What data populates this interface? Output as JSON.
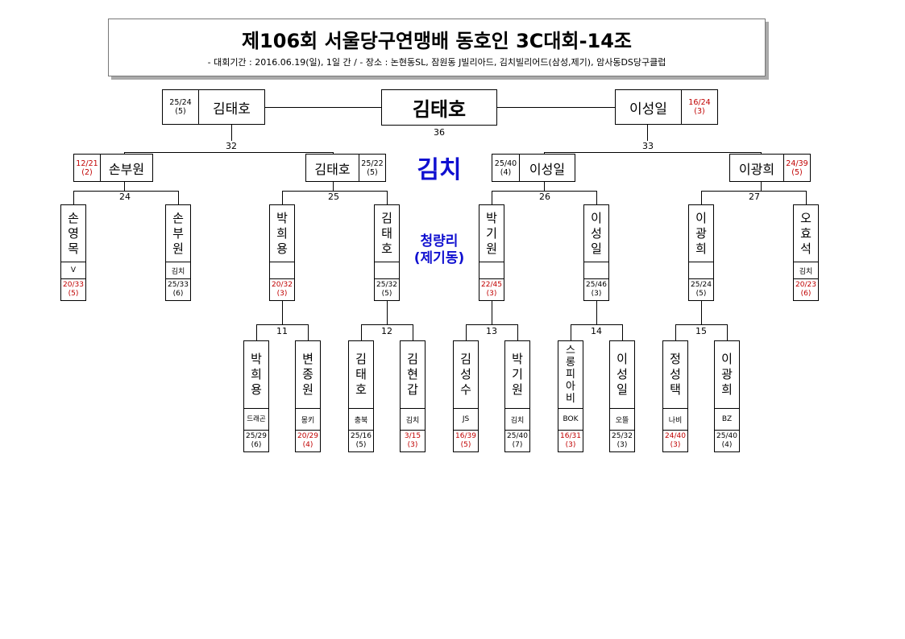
{
  "header": {
    "title": "제106회 서울당구연맹배 동호인 3C대회-14조",
    "subtitle": "- 대회기간 : 2016.06.19(일), 1일 간 / - 장소 : 논현동SL, 잠원동 J빌리아드, 김치빌리어드(삼성,제기), 암사동DS당구클럽"
  },
  "final": {
    "winner": "김태호",
    "left": {
      "name": "김태호",
      "score": "25/24",
      "inn": "(5)"
    },
    "right": {
      "name": "이성일",
      "score": "16/24",
      "inn": "(3)"
    },
    "match_no": "36"
  },
  "semis": [
    {
      "match_no": "32"
    },
    {
      "match_no": "33"
    }
  ],
  "quarters": [
    {
      "name": "손부원",
      "score": "12/21",
      "inn": "(2)"
    },
    {
      "name": "김태호",
      "score": "25/22",
      "inn": "(5)"
    },
    {
      "name": "이성일",
      "score": "25/40",
      "inn": "(4)"
    },
    {
      "name": "이광희",
      "score": "24/39",
      "inn": "(5)"
    }
  ],
  "club_label": "김치",
  "venue_label": {
    "line1": "청량리",
    "line2": "(제기동)"
  },
  "r16_matches": [
    "24",
    "25",
    "26",
    "27"
  ],
  "r16": [
    {
      "chars": [
        "손",
        "영",
        "목"
      ],
      "club": "V",
      "score": "20/33",
      "inn": "(5)"
    },
    {
      "chars": [
        "손",
        "부",
        "원"
      ],
      "club": "김치",
      "score": "25/33",
      "inn": "(6)"
    },
    {
      "chars": [
        "박",
        "희",
        "용"
      ],
      "club": "",
      "score": "20/32",
      "inn": "(3)"
    },
    {
      "chars": [
        "김",
        "태",
        "호"
      ],
      "club": "",
      "score": "25/32",
      "inn": "(5)"
    },
    {
      "chars": [
        "박",
        "기",
        "원"
      ],
      "club": "",
      "score": "22/45",
      "inn": "(3)"
    },
    {
      "chars": [
        "이",
        "성",
        "일"
      ],
      "club": "",
      "score": "25/46",
      "inn": "(3)"
    },
    {
      "chars": [
        "이",
        "광",
        "희"
      ],
      "club": "",
      "score": "25/24",
      "inn": "(5)"
    },
    {
      "chars": [
        "오",
        "효",
        "석"
      ],
      "club": "김치",
      "score": "20/23",
      "inn": "(6)"
    }
  ],
  "r32_matches": [
    "11",
    "12",
    "13",
    "14",
    "15"
  ],
  "r32": [
    {
      "chars": [
        "박",
        "희",
        "용"
      ],
      "club": "드래곤",
      "score": "25/29",
      "inn": "(6)"
    },
    {
      "chars": [
        "변",
        "종",
        "원"
      ],
      "club": "몽키",
      "score": "20/29",
      "inn": "(4)"
    },
    {
      "chars": [
        "김",
        "태",
        "호"
      ],
      "club": "충북",
      "score": "25/16",
      "inn": "(5)"
    },
    {
      "chars": [
        "김",
        "현",
        "갑"
      ],
      "club": "김치",
      "score": "3/15",
      "inn": "(3)"
    },
    {
      "chars": [
        "김",
        "성",
        "수"
      ],
      "club": "JS",
      "score": "16/39",
      "inn": "(5)"
    },
    {
      "chars": [
        "박",
        "기",
        "원"
      ],
      "club": "김치",
      "score": "25/40",
      "inn": "(7)"
    },
    {
      "chars": [
        "스",
        "롱",
        "피",
        "아",
        "비"
      ],
      "club": "BOK",
      "score": "16/31",
      "inn": "(3)"
    },
    {
      "chars": [
        "이",
        "성",
        "일"
      ],
      "club": "오뜰",
      "score": "25/32",
      "inn": "(3)"
    },
    {
      "chars": [
        "정",
        "성",
        "택"
      ],
      "club": "나비",
      "score": "24/40",
      "inn": "(3)"
    },
    {
      "chars": [
        "이",
        "광",
        "희"
      ],
      "club": "BZ",
      "score": "25/40",
      "inn": "(4)"
    }
  ],
  "colors": {
    "loss_score": "#c00000",
    "club_label": "#1010d0"
  }
}
